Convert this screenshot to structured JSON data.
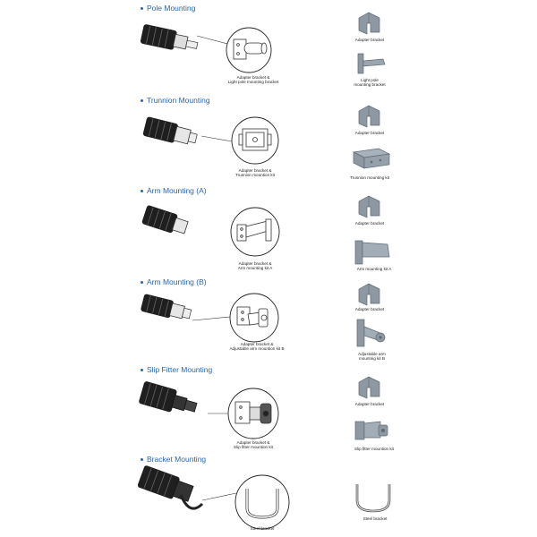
{
  "sections": [
    {
      "title": "Pole Mounting",
      "detail_caption": [
        "Adapter bracket &",
        "Light pole mounting bracket"
      ],
      "parts": [
        {
          "icon": "adapter-bracket-icon",
          "caption": [
            "Adapter bracket"
          ]
        },
        {
          "icon": "light-pole-bracket-icon",
          "caption": [
            "Light pole",
            "mounting bracket"
          ]
        }
      ]
    },
    {
      "title": "Trunnion Mounting",
      "detail_caption": [
        "Adapter bracket &",
        "Trunnion mountion kit"
      ],
      "parts": [
        {
          "icon": "adapter-bracket-icon",
          "caption": [
            "Adapter bracket"
          ]
        },
        {
          "icon": "trunnion-kit-icon",
          "caption": [
            "Trunnion mounting kit"
          ]
        }
      ]
    },
    {
      "title": "Arm Mounting (A)",
      "detail_caption": [
        "Adapter bracket &",
        "Arm mounting kit A"
      ],
      "parts": [
        {
          "icon": "adapter-bracket-icon",
          "caption": [
            "Adapter bracket"
          ]
        },
        {
          "icon": "arm-kit-a-icon",
          "caption": [
            "Arm mounting kit A"
          ]
        }
      ]
    },
    {
      "title": "Arm Mounting (B)",
      "detail_caption": [
        "Adapter bracket &",
        "Adjustable arm mountion kit B"
      ],
      "parts": [
        {
          "icon": "adapter-bracket-icon",
          "caption": [
            "Adapter bracket"
          ]
        },
        {
          "icon": "adjustable-arm-kit-icon",
          "caption": [
            "Adjustable arm",
            "mounting kit B"
          ]
        }
      ]
    },
    {
      "title": "Slip Fitter Mounting",
      "detail_caption": [
        "Adapter bracket &",
        "Slip fitter mountion kit"
      ],
      "parts": [
        {
          "icon": "adapter-bracket-icon",
          "caption": [
            "Adapter bracket"
          ]
        },
        {
          "icon": "slip-fitter-kit-icon",
          "caption": [
            "Slip fitter mountion kit"
          ]
        }
      ]
    },
    {
      "title": "Bracket Mounting",
      "detail_caption": [
        "Steel bracket"
      ],
      "parts": [
        {
          "icon": "steel-bracket-icon",
          "caption": [
            "Steel bracket"
          ]
        }
      ]
    }
  ],
  "colors": {
    "title": "#2a67a8",
    "part_fill": "#8d98a3",
    "part_dark": "#5f6a74",
    "lamp": "#1f1f1f"
  }
}
